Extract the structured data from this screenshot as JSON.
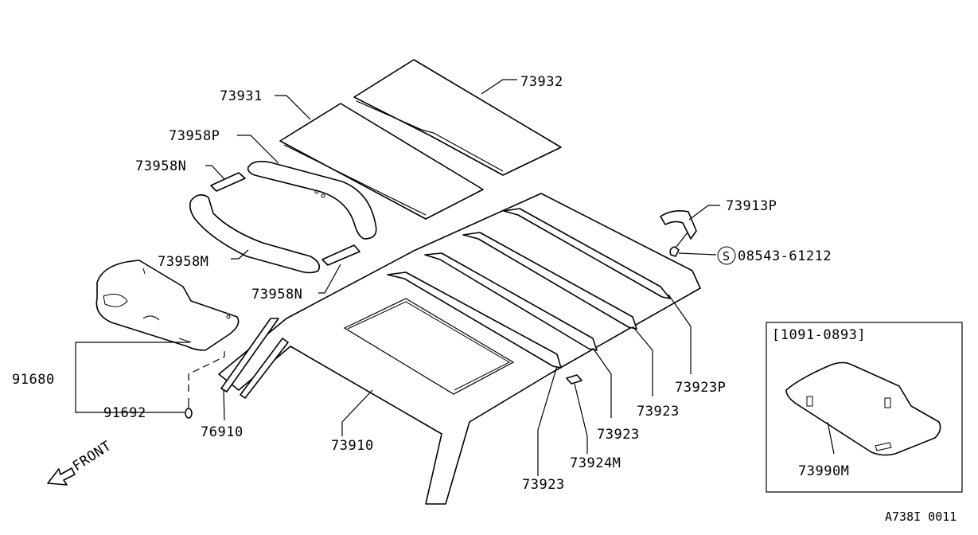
{
  "diagram": {
    "parts": {
      "p73932": "73932",
      "p73931": "73931",
      "p73958P": "73958P",
      "p73958N_upper": "73958N",
      "p73958M": "73958M",
      "p73958N_lower": "73958N",
      "p73913P": "73913P",
      "p08543": "08543-61212",
      "p91680": "91680",
      "p91692": "91692",
      "p76910": "76910",
      "p73910": "73910",
      "p73923P": "73923P",
      "p73923_a": "73923",
      "p73923_b": "73923",
      "p73923_c": "73923",
      "p73924M": "73924M",
      "p73990M": "73990M"
    },
    "screw_symbol": "S",
    "inset_title": "[1091-0893]",
    "front_label": "FRONT",
    "ref_code": "A738I 0011"
  }
}
